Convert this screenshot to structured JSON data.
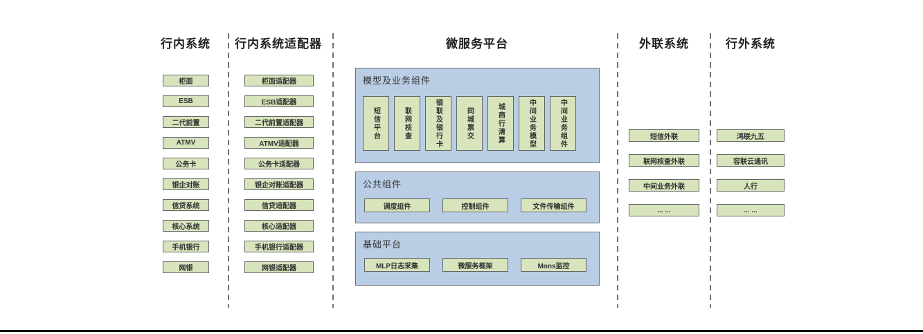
{
  "colors": {
    "green_fill": "#d7e4bc",
    "green_border": "#646464",
    "blue_fill": "#b9cde5",
    "blue_border": "#6e6e6e",
    "dash_color": "#707070"
  },
  "internal": {
    "title": "行内系统",
    "items": [
      "柜面",
      "ESB",
      "二代前置",
      "ATMV",
      "公务卡",
      "银企对账",
      "信贷系统",
      "核心系统",
      "手机银行",
      "网银"
    ]
  },
  "adapters": {
    "title": "行内系统适配器",
    "items": [
      "柜面适配器",
      "ESB适配器",
      "二代前置适配器",
      "ATMV适配器",
      "公务卡适配器",
      "银企对账适配器",
      "信贷适配器",
      "核心适配器",
      "手机银行适配器",
      "网银适配器"
    ]
  },
  "platform": {
    "title": "微服务平台",
    "sections": [
      {
        "label": "模型及业务组件",
        "items": [
          "短信平台",
          "联网核查",
          "银联及银行卡",
          "同城票交",
          "城商行清算",
          "中间业务模型",
          "中间业务组件"
        ]
      },
      {
        "label": "公共组件",
        "items": [
          "调度组件",
          "控制组件",
          "文件传输组件"
        ]
      },
      {
        "label": "基础平台",
        "items": [
          "MLP日志采集",
          "微服务框架",
          "Mons监控"
        ]
      }
    ]
  },
  "external_link": {
    "title": "外联系统",
    "items": [
      "短信外联",
      "联网核查外联",
      "中间业务外联",
      "... ..."
    ]
  },
  "external": {
    "title": "行外系统",
    "items": [
      "鸿联九五",
      "容联云通讯",
      "人行",
      "... ..."
    ]
  }
}
